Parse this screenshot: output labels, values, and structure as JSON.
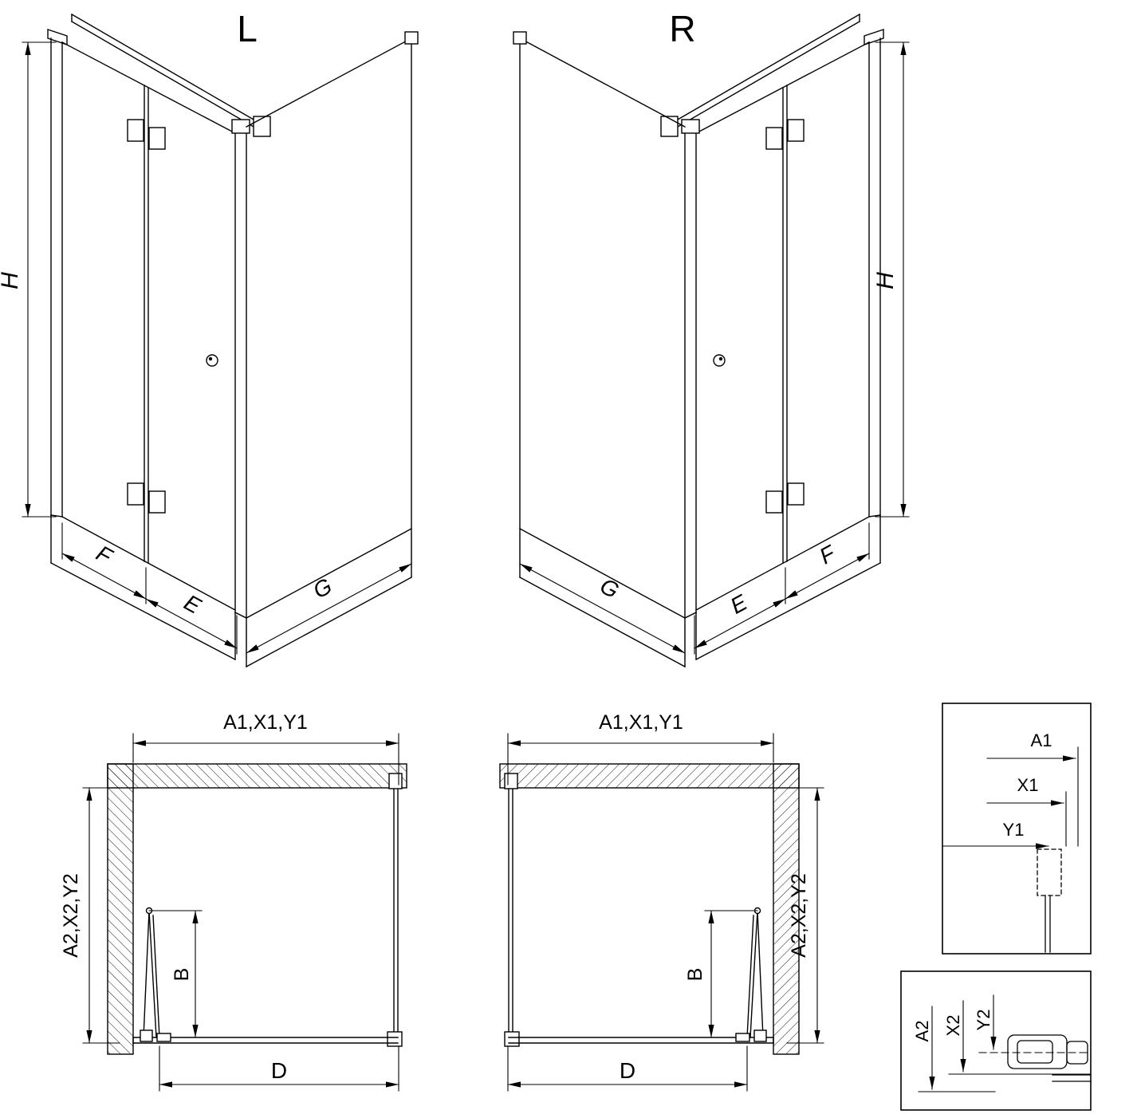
{
  "page": {
    "background": "#ffffff",
    "line_color": "#000000"
  },
  "views": {
    "perspective_left": {
      "title": "L",
      "height_label": "H",
      "front_fixed_label": "F",
      "front_door_label": "E",
      "side_label": "G"
    },
    "perspective_right": {
      "title": "R",
      "height_label": "H",
      "front_fixed_label": "F",
      "front_door_label": "E",
      "side_label": "G"
    },
    "plan_left": {
      "width_label": "A1,X1,Y1",
      "depth_label": "A2,X2,Y2",
      "door_label": "B",
      "entry_label": "D"
    },
    "plan_right": {
      "width_label": "A1,X1,Y1",
      "depth_label": "A2,X2,Y2",
      "door_label": "B",
      "entry_label": "D"
    },
    "detail_width": {
      "a1": "A1",
      "x1": "X1",
      "y1": "Y1"
    },
    "detail_depth": {
      "a2": "A2",
      "x2": "X2",
      "y2": "Y2"
    }
  }
}
